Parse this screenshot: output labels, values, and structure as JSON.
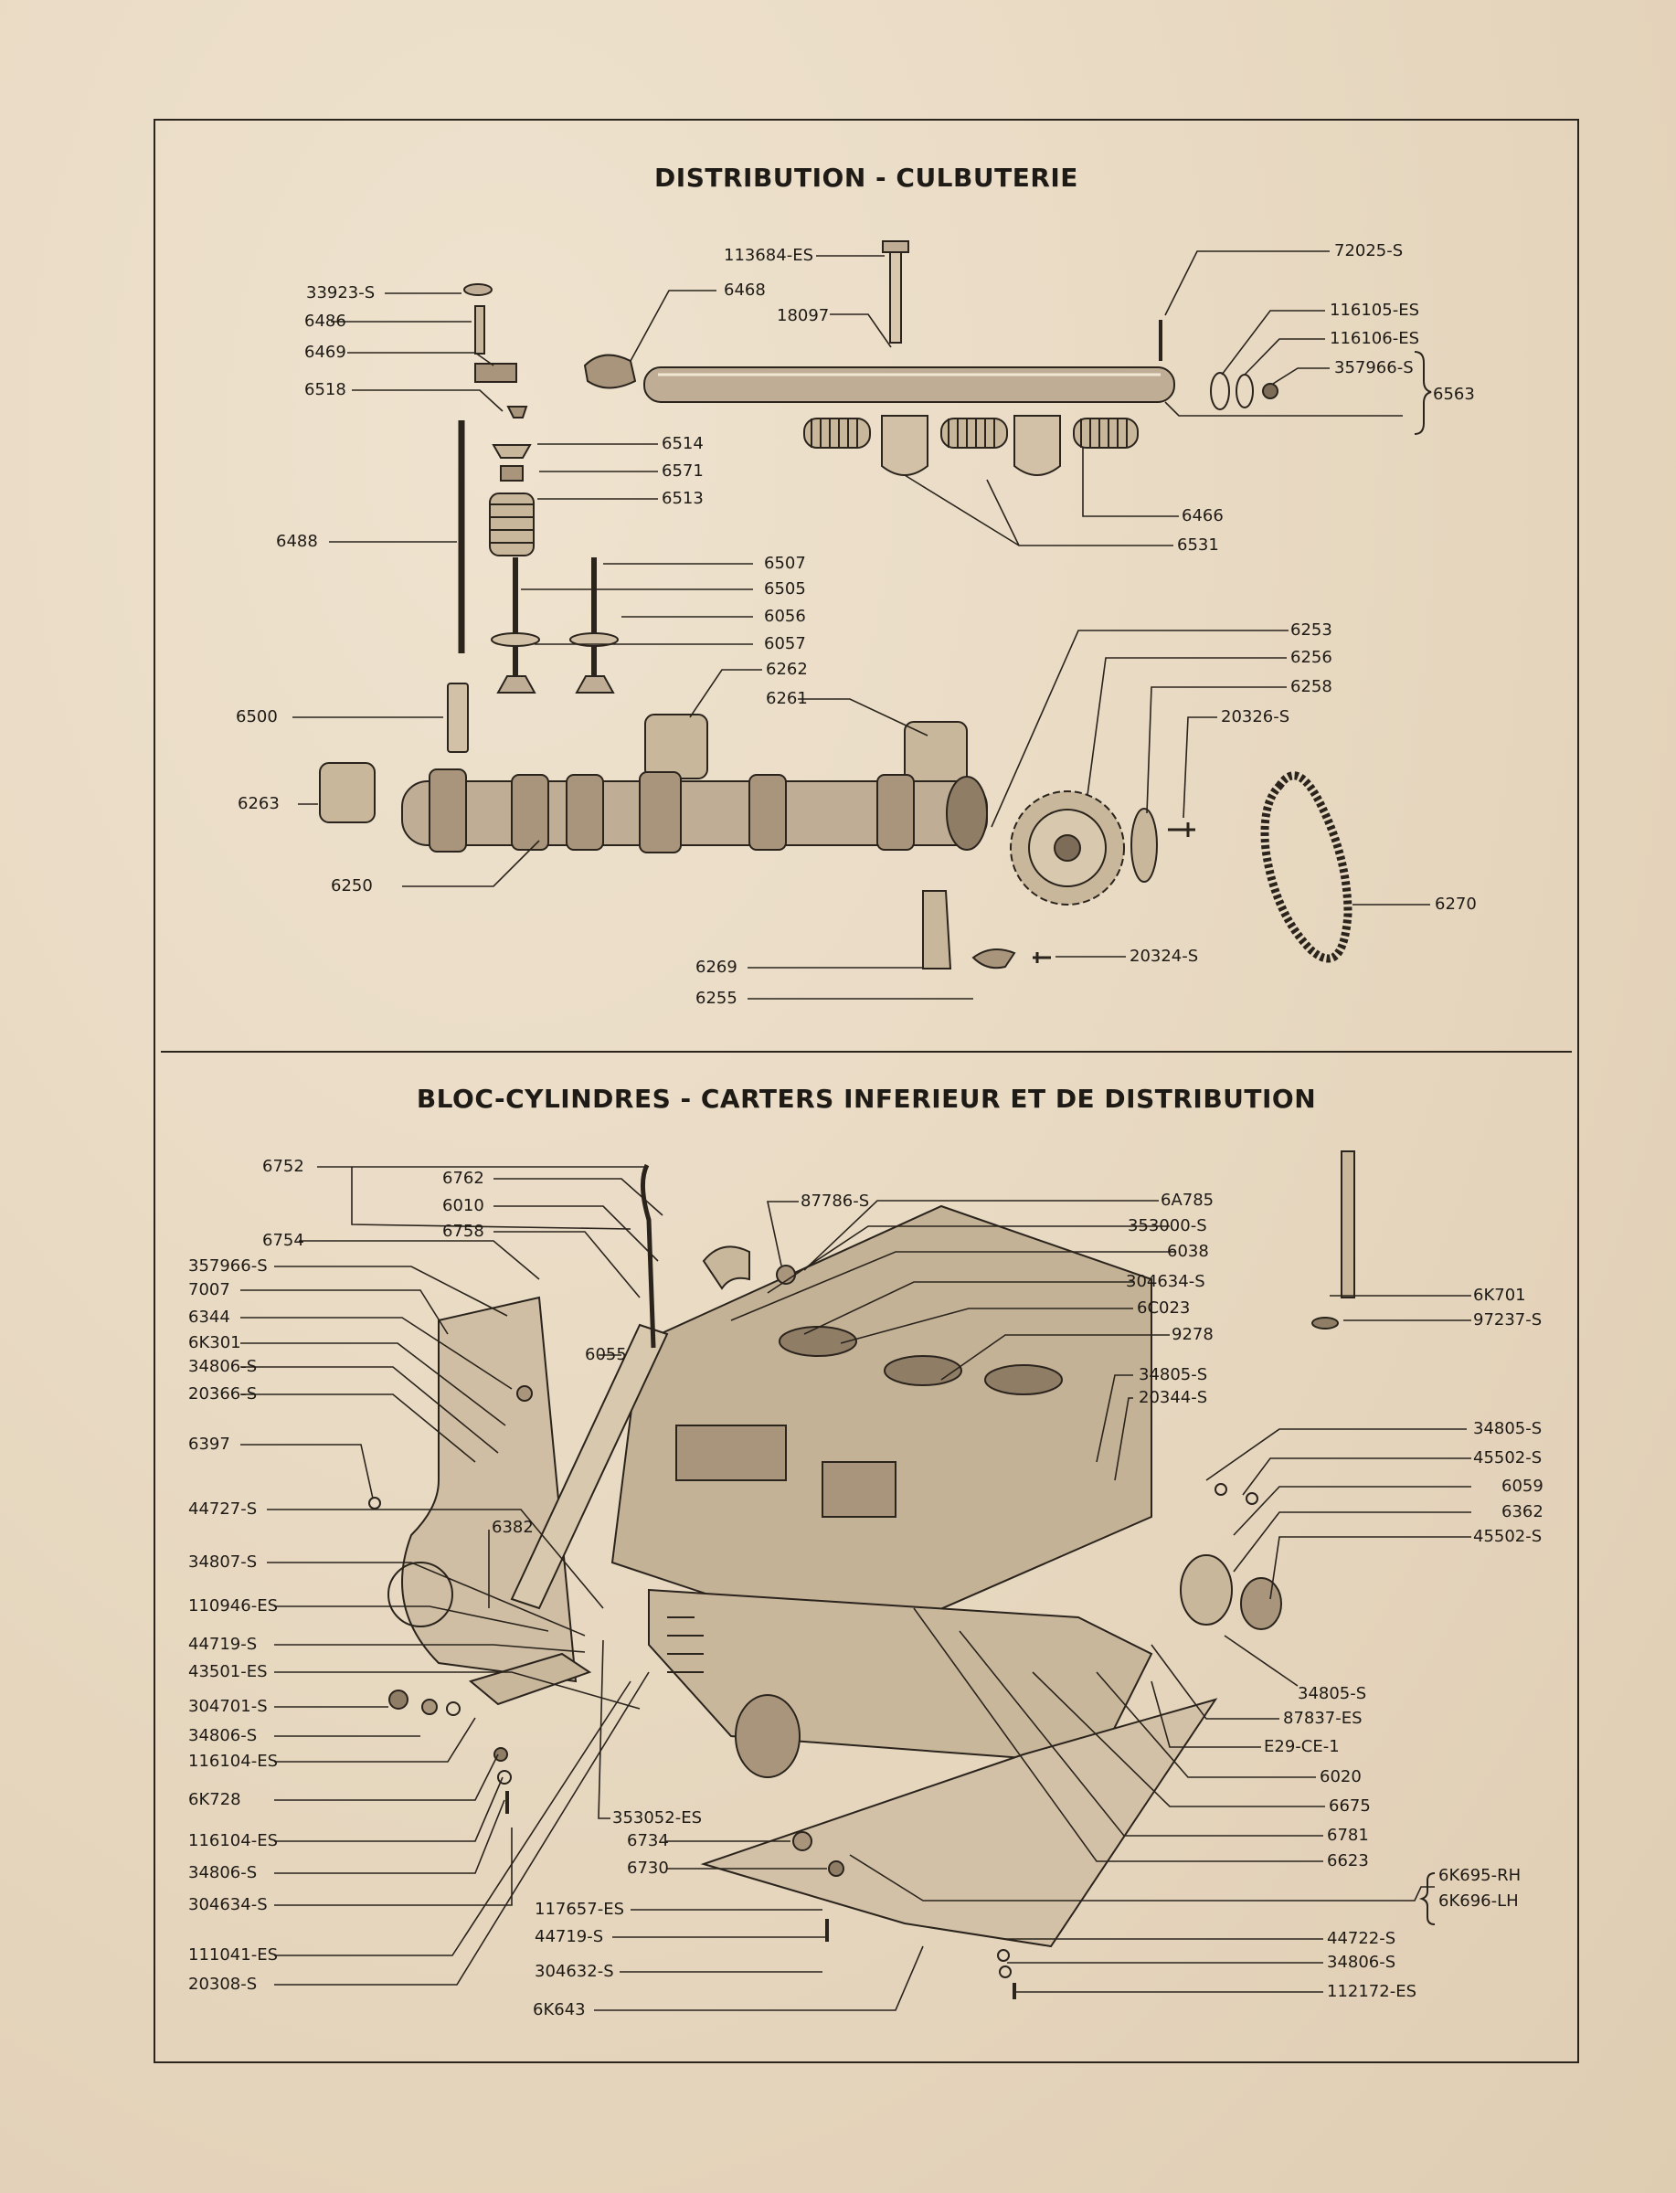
{
  "sections": {
    "top_title": "DISTRIBUTION - CULBUTERIE",
    "bottom_title": "BLOC-CYLINDRES - CARTERS INFERIEUR ET DE DISTRIBUTION"
  },
  "top_labels": {
    "l113684": "113684-ES",
    "l6468": "6468",
    "l72025": "72025-S",
    "l33923": "33923-S",
    "l6486": "6486",
    "l18097": "18097",
    "l116105": "116105-ES",
    "l6469": "6469",
    "l116106": "116106-ES",
    "l357966": "357966-S",
    "l6518": "6518",
    "l6563": "6563",
    "l6514": "6514",
    "l6571": "6571",
    "l6513": "6513",
    "l6466": "6466",
    "l6488": "6488",
    "l6531": "6531",
    "l6507": "6507",
    "l6505": "6505",
    "l6056": "6056",
    "l6057": "6057",
    "l6253": "6253",
    "l6262": "6262",
    "l6256": "6256",
    "l6261": "6261",
    "l6258": "6258",
    "l6500": "6500",
    "l20326": "20326-S",
    "l6263": "6263",
    "l6270": "6270",
    "l6250": "6250",
    "l20324": "20324-S",
    "l6269": "6269",
    "l6255": "6255"
  },
  "bottom_left_labels": [
    "6752",
    "6754",
    "357966-S",
    "7007",
    "6344",
    "6K301",
    "34806-S",
    "20366-S",
    "6397",
    "44727-S",
    "34807-S",
    "110946-ES",
    "44719-S",
    "43501-ES",
    "304701-S",
    "34806-S",
    "116104-ES",
    "6K728",
    "116104-ES",
    "34806-S",
    "304634-S",
    "111041-ES",
    "20308-S"
  ],
  "bottom_mid_labels": {
    "l6762": "6762",
    "l6010": "6010",
    "l6758": "6758",
    "l87786": "87786-S",
    "l6055": "6055",
    "l6382": "6382",
    "l353052": "353052-ES",
    "l6734": "6734",
    "l6730": "6730",
    "l117657": "117657-ES",
    "l44719b": "44719-S",
    "l304632": "304632-S",
    "l6K643": "6K643"
  },
  "bottom_right_labels": {
    "l6A785": "6A785",
    "l353000": "353000-S",
    "l6038": "6038",
    "l304634": "304634-S",
    "l6C023": "6C023",
    "l9278": "9278",
    "l34805a": "34805-S",
    "l20344": "20344-S",
    "l6K701": "6K701",
    "l97237": "97237-S",
    "l34805b": "34805-S",
    "l45502a": "45502-S",
    "l6059": "6059",
    "l6362": "6362",
    "l45502b": "45502-S",
    "l34805c": "34805-S",
    "l87837": "87837-ES",
    "lE29": "E29-CE-1",
    "l6020": "6020",
    "l6675": "6675",
    "l6781": "6781",
    "l6623": "6623",
    "l6K695": "6K695-RH",
    "l6K696": "6K696-LH",
    "l44722": "44722-S",
    "l34806c": "34806-S",
    "l112172": "112172-ES"
  }
}
